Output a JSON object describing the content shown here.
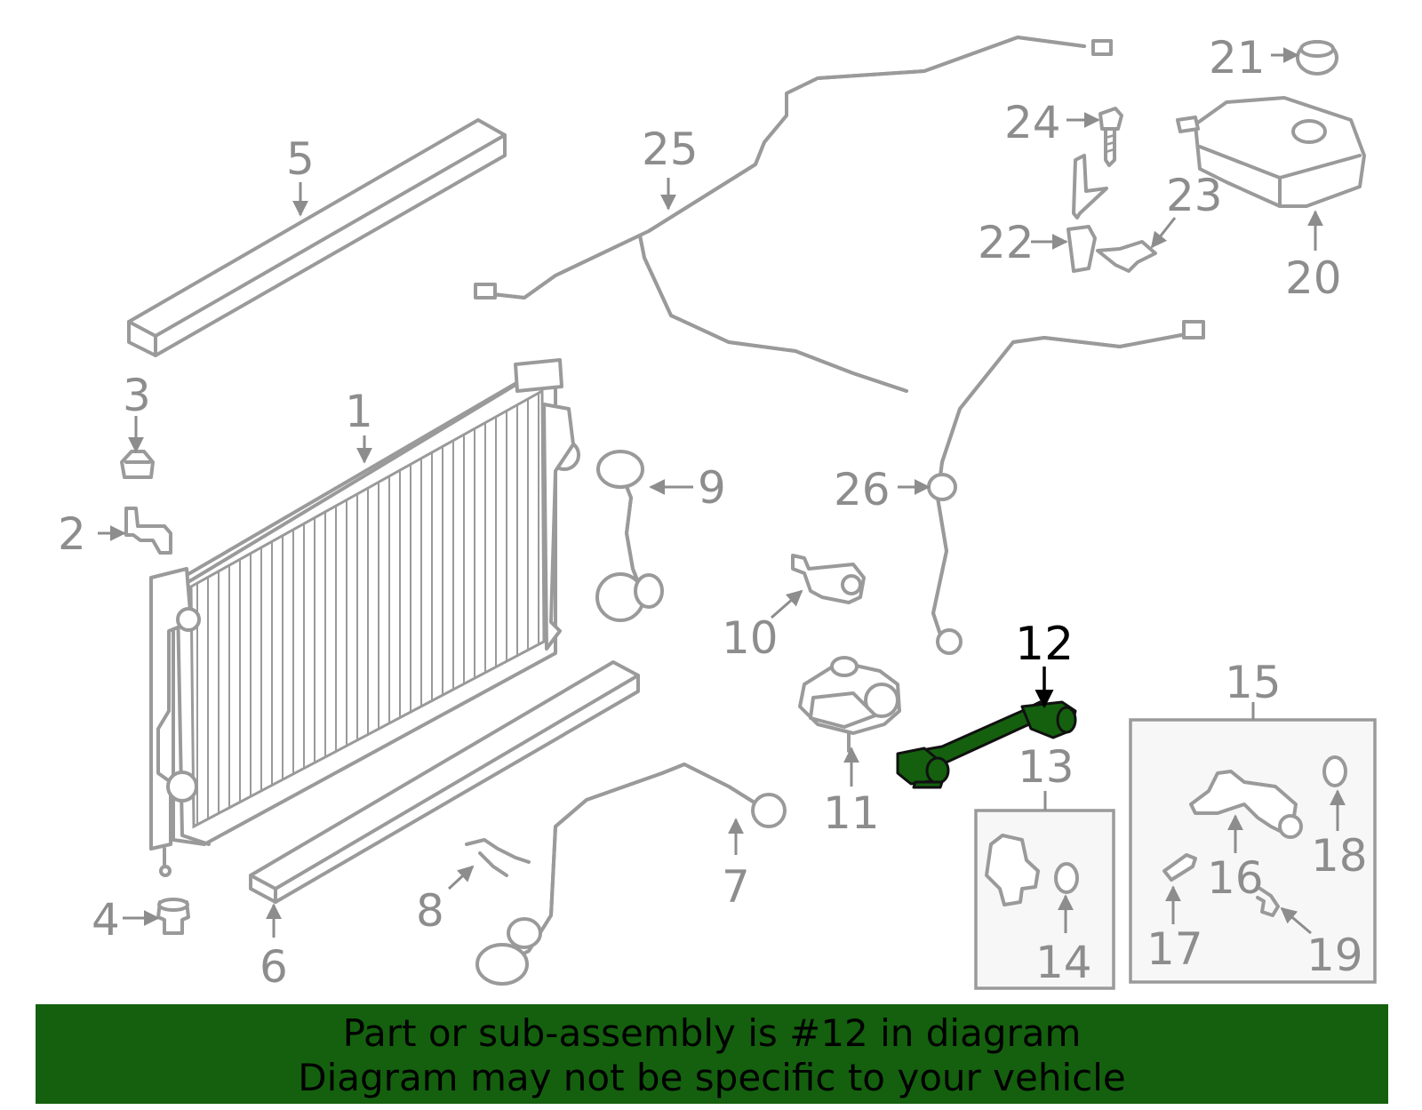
{
  "diagram": {
    "highlight_color": "#14600e",
    "callouts": [
      "1",
      "2",
      "3",
      "4",
      "5",
      "6",
      "7",
      "8",
      "9",
      "10",
      "11",
      "12",
      "13",
      "14",
      "15",
      "16",
      "17",
      "18",
      "19",
      "20",
      "21",
      "22",
      "23",
      "24",
      "25",
      "26"
    ],
    "highlighted_part": "12"
  },
  "banner": {
    "line1": "Part or sub-assembly is #12 in diagram",
    "line2": "Diagram may not be specific to your vehicle",
    "background": "#14600e"
  }
}
